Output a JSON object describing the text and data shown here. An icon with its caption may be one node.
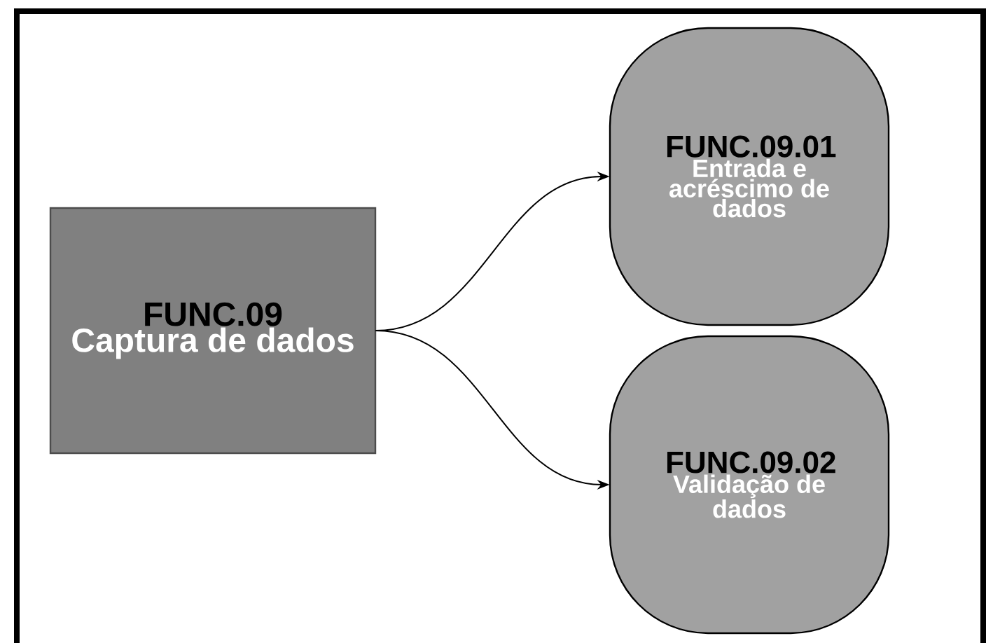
{
  "diagram": {
    "nodes": [
      {
        "text": [
          "FUNC.09",
          "Captura de dados"
        ]
      },
      {
        "text": [
          "FUNC.09.01",
          "Entrada e acréscimo de dados"
        ]
      },
      {
        "text": [
          "FUNC.09.02",
          "Validação de dados"
        ]
      }
    ],
    "edges": [
      {
        "from": 0,
        "to": 1,
        "arrow": "to"
      },
      {
        "from": 0,
        "to": 2,
        "arrow": "to"
      }
    ]
  }
}
